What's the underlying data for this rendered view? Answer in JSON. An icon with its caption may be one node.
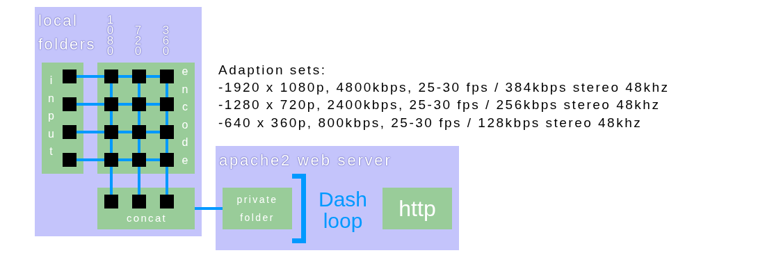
{
  "diagram": {
    "nodes": [
      {
        "text": [
          "local folders"
        ]
      },
      {
        "text": [
          "input"
        ],
        "in": 0
      },
      {
        "text": [],
        "shape": "box",
        "in": 1
      },
      {
        "text": [],
        "shape": "box",
        "in": 1
      },
      {
        "text": [],
        "shape": "box",
        "in": 1
      },
      {
        "text": [],
        "shape": "box",
        "in": 1
      },
      {
        "text": [
          "encode"
        ],
        "in": 0
      },
      {
        "text": [],
        "shape": "box",
        "in": 6
      },
      {
        "text": [],
        "shape": "box",
        "in": 6
      },
      {
        "text": [],
        "shape": "box",
        "in": 6
      },
      {
        "text": [],
        "shape": "box",
        "in": 6
      },
      {
        "text": [],
        "shape": "box",
        "in": 6
      },
      {
        "text": [],
        "shape": "box",
        "in": 6
      },
      {
        "text": [],
        "shape": "box",
        "in": 6
      },
      {
        "text": [],
        "shape": "box",
        "in": 6
      },
      {
        "text": [],
        "shape": "box",
        "in": 6
      },
      {
        "text": [],
        "shape": "box",
        "in": 6
      },
      {
        "text": [],
        "shape": "box",
        "in": 6
      },
      {
        "text": [],
        "shape": "box",
        "in": 6
      },
      {
        "text": [
          "concat"
        ],
        "in": 0
      },
      {
        "text": [],
        "shape": "box",
        "in": 19
      },
      {
        "text": [],
        "shape": "box",
        "in": 19
      },
      {
        "text": [],
        "shape": "box",
        "in": 19
      },
      {
        "text": [
          "apache2 web server"
        ]
      },
      {
        "text": [
          "private folder"
        ],
        "in": 23
      },
      {
        "text": [
          "http"
        ],
        "in": 23
      }
    ],
    "edges": [
      {
        "from": 2,
        "to": 7,
        "arrow": "none"
      },
      {
        "from": 3,
        "to": 10,
        "arrow": "none"
      },
      {
        "from": 4,
        "to": 13,
        "arrow": "none"
      },
      {
        "from": 5,
        "to": 16,
        "arrow": "none"
      },
      {
        "from": 7,
        "to": 8,
        "arrow": "none"
      },
      {
        "from": 8,
        "to": 9,
        "arrow": "none"
      },
      {
        "from": 10,
        "to": 11,
        "arrow": "none"
      },
      {
        "from": 11,
        "to": 12,
        "arrow": "none"
      },
      {
        "from": 13,
        "to": 14,
        "arrow": "none"
      },
      {
        "from": 14,
        "to": 15,
        "arrow": "none"
      },
      {
        "from": 16,
        "to": 17,
        "arrow": "none"
      },
      {
        "from": 17,
        "to": 18,
        "arrow": "none"
      },
      {
        "from": 7,
        "to": 10,
        "arrow": "none"
      },
      {
        "from": 10,
        "to": 13,
        "arrow": "none"
      },
      {
        "from": 13,
        "to": 16,
        "arrow": "none"
      },
      {
        "from": 8,
        "to": 11,
        "arrow": "none"
      },
      {
        "from": 11,
        "to": 14,
        "arrow": "none"
      },
      {
        "from": 14,
        "to": 17,
        "arrow": "none"
      },
      {
        "from": 9,
        "to": 12,
        "arrow": "none"
      },
      {
        "from": 12,
        "to": 15,
        "arrow": "none"
      },
      {
        "from": 15,
        "to": 18,
        "arrow": "none"
      },
      {
        "from": 16,
        "to": 20,
        "arrow": "none"
      },
      {
        "from": 17,
        "to": 21,
        "arrow": "none"
      },
      {
        "from": 18,
        "to": 22,
        "arrow": "none"
      },
      {
        "from": 19,
        "to": 24,
        "arrow": "none"
      }
    ],
    "labels": [
      "1080",
      "720",
      "360",
      "Adaption sets:",
      "-1920 x 1080p, 4800kbps, 25-30 fps / 384kbps stereo 48khz",
      "-1280 x 720p, 2400kbps, 25-30 fps / 256kbps stereo 48khz",
      "-640 x 360p, 800kbps, 25-30 fps / 128kbps stereo 48khz",
      "Dash loop"
    ]
  }
}
